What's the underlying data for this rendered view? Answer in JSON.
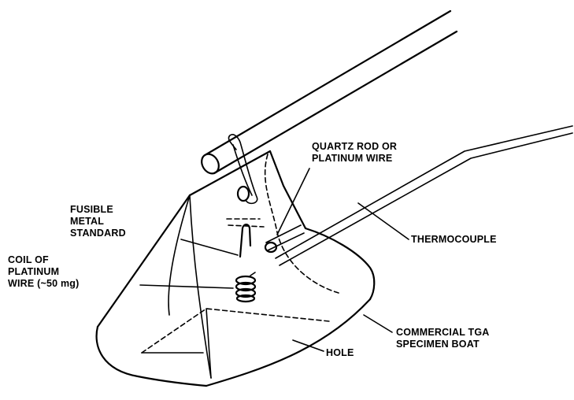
{
  "labels": {
    "quartz_rod_line1": "QUARTZ ROD OR",
    "quartz_rod_line2": "PLATINUM WIRE",
    "fusible_line1": "FUSIBLE",
    "fusible_line2": "METAL",
    "fusible_line3": "STANDARD",
    "coil_line1": "COIL OF",
    "coil_line2": "PLATINUM",
    "coil_line3": "WIRE (~50 mg)",
    "thermocouple": "THERMOCOUPLE",
    "boat_line1": "COMMERCIAL TGA",
    "boat_line2": "SPECIMEN BOAT",
    "hole": "HOLE"
  }
}
